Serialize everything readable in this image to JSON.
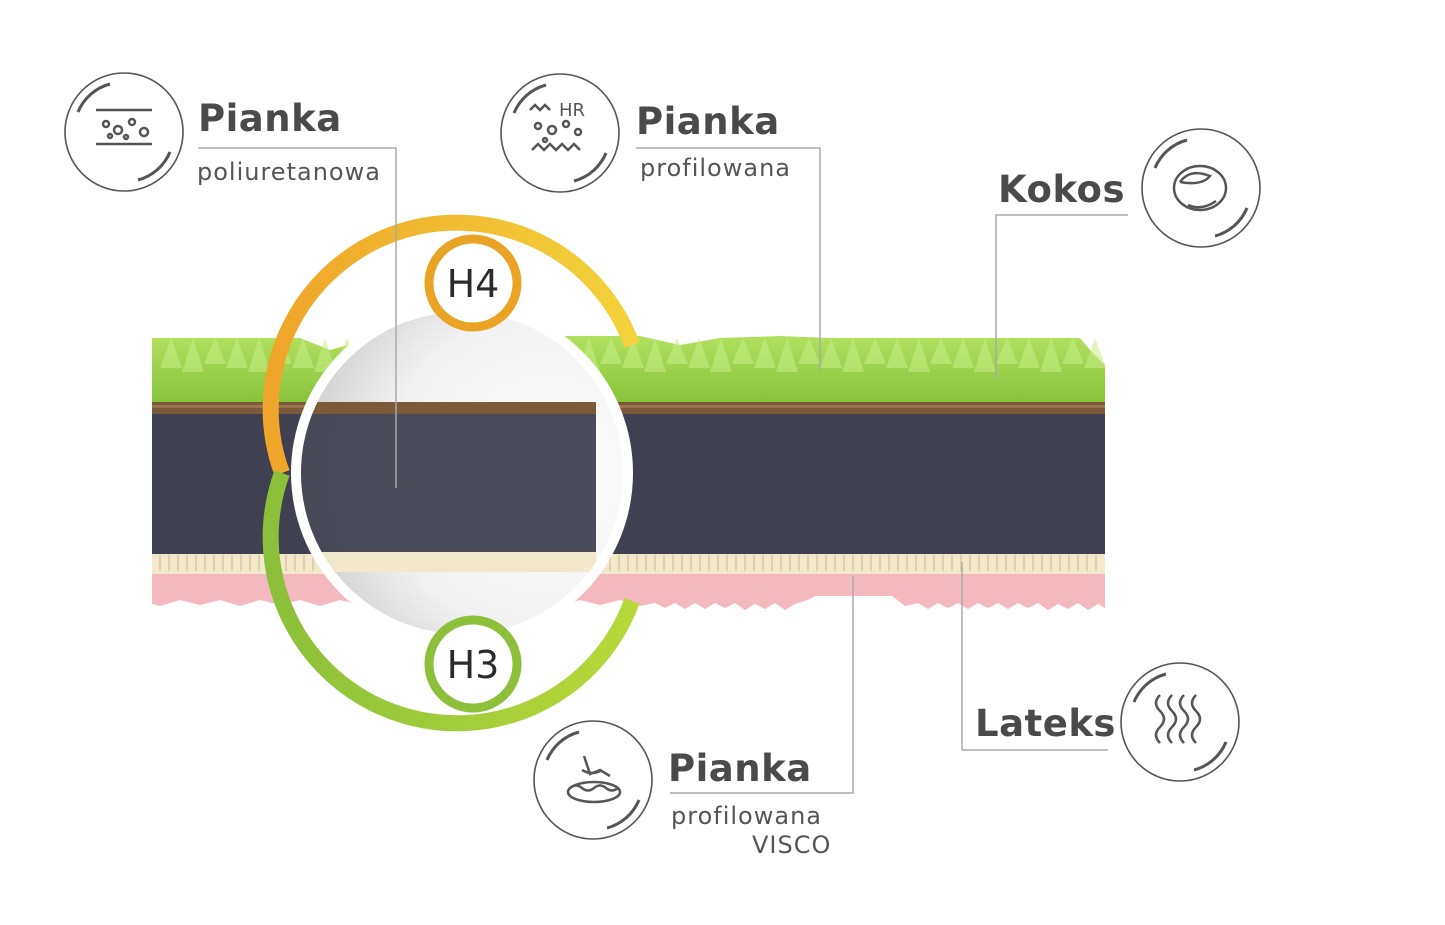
{
  "labels": {
    "polyurethane": {
      "title": "Pianka",
      "subtitle": "poliuretanowa",
      "icon": "foam-bubbles-icon"
    },
    "profiled_hr": {
      "title": "Pianka",
      "subtitle": "profilowana",
      "icon_text": "HR",
      "icon": "hr-foam-icon"
    },
    "coconut": {
      "title": "Kokos",
      "icon": "coconut-icon"
    },
    "latex": {
      "title": "Lateks",
      "icon": "latex-waves-icon"
    },
    "visco": {
      "title": "Pianka",
      "subtitle": "profilowana",
      "subtitle2": "VISCO",
      "icon": "visco-hand-icon"
    }
  },
  "firmness": {
    "top": {
      "label": "H4",
      "color": "#e9a325"
    },
    "bottom": {
      "label": "H3",
      "color": "#8cc03b"
    }
  },
  "colors": {
    "green_foam": "#9ad34a",
    "coconut": "#7a5a3a",
    "core": "#3f4150",
    "latex": "#f2e8cc",
    "visco": "#f4b9bf",
    "text": "#4a4a4a",
    "leader_line": "#aaaaaa"
  }
}
